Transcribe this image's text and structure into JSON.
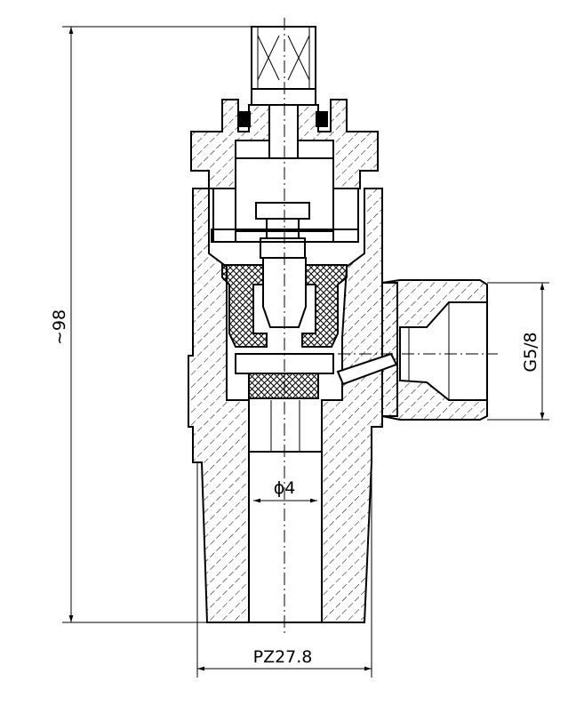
{
  "dimensions": {
    "height_label": "~98",
    "thread_outlet_label": "G5/8",
    "bore_label": "ϕ4",
    "thread_inlet_label": "PZ27.8"
  }
}
